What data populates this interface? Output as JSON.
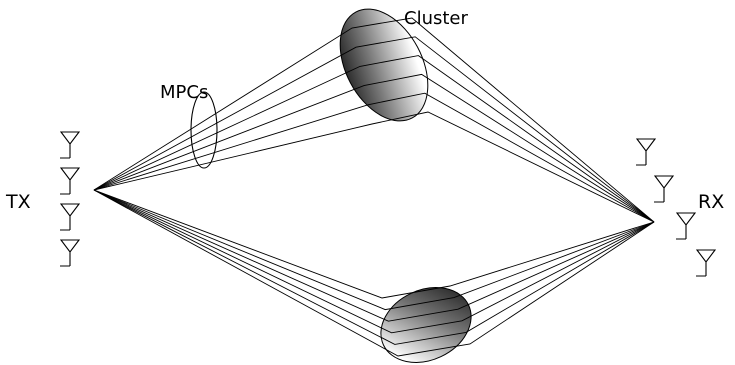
{
  "labels": {
    "tx": "TX",
    "rx": "RX",
    "mpcs": "MPCs",
    "cluster": "Cluster"
  },
  "colors": {
    "ink": "#000000",
    "cluster_dark": "#1a1a1a",
    "cluster_light": "#ffffff"
  },
  "elements": {
    "tx_antennas": 4,
    "rx_antennas": 4,
    "clusters": 2,
    "rays_per_cluster": 6
  }
}
